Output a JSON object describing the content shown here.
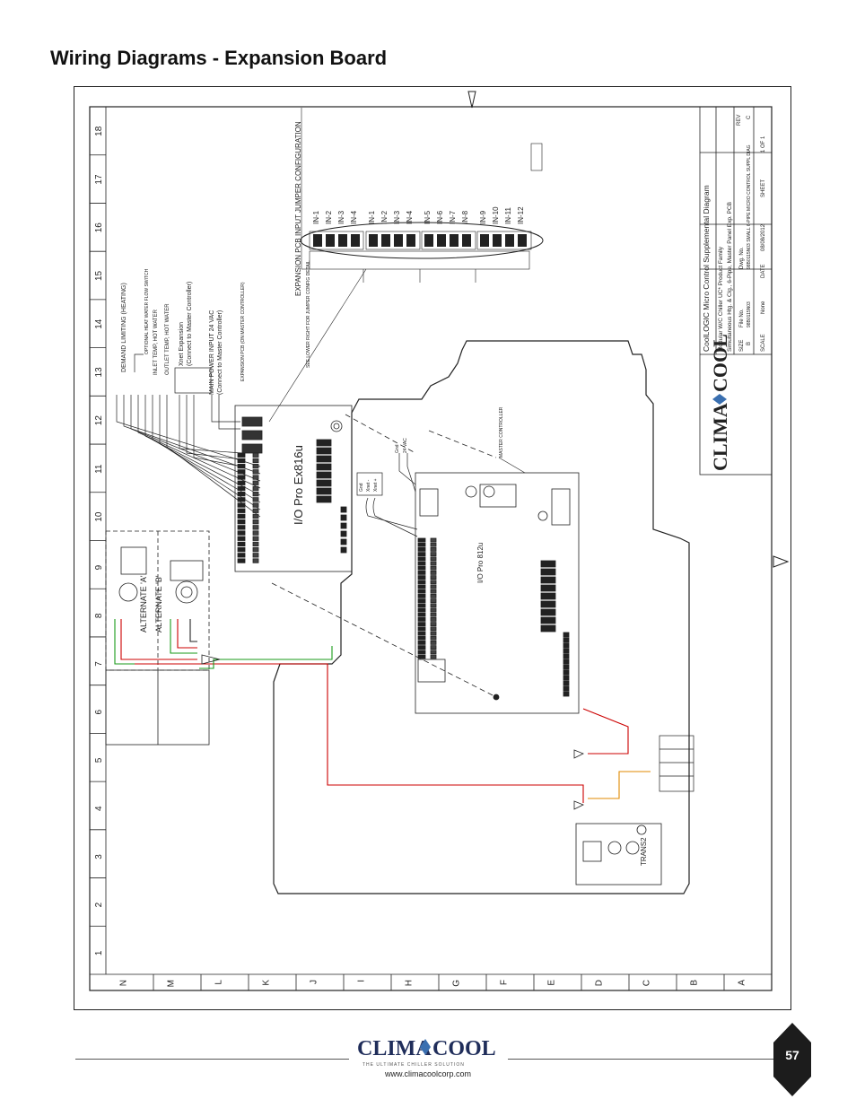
{
  "page": {
    "title": "Wiring Diagrams - Expansion Board",
    "page_number": "57",
    "url": "www.climacoolcorp.com",
    "brand": {
      "left": "CLIMA",
      "right": "COOL",
      "tagline": "THE ULTIMATE CHILLER SOLUTION"
    }
  },
  "drawing": {
    "column_numbers": [
      "18",
      "17",
      "16",
      "15",
      "14",
      "13",
      "12",
      "11",
      "10",
      "9",
      "8",
      "7",
      "6",
      "5",
      "4",
      "3",
      "2",
      "1"
    ],
    "row_letters": [
      "N",
      "M",
      "L",
      "K",
      "J",
      "I",
      "H",
      "G",
      "F",
      "E",
      "D",
      "C",
      "B",
      "A"
    ],
    "jumper_config_title": "EXPANSION PCB INPUT JUMPER CONFIGURATION",
    "jumper_inputs": [
      "IN-1",
      "IN-2",
      "IN-3",
      "IN-4",
      "IN-1",
      "IN-2",
      "IN-3",
      "IN-4",
      "IN-5",
      "IN-6",
      "IN-7",
      "IN-8",
      "IN-9",
      "IN-10",
      "IN-11",
      "IN-12"
    ],
    "expansion_board_label": "I/O Pro Ex816u",
    "expansion_pcb_note": "EXPANSION PCB (ON MASTER CONTROLLER)",
    "see_lower_right": "SEE LOWER RIGHT FOR JUMPER CONFIG DETAIL",
    "master_board_label": "I/O Pro 812u",
    "master_controller_label": "MASTER CONTROLLER",
    "trans_label": "TRANS2",
    "alt_a": "ALTERNATE 'A'",
    "alt_b": "ALTERNATE 'B'",
    "inputs": [
      "DEMAND LIMITING (HEATING)",
      "OPTIONAL HEAT WATER FLOW SWITCH",
      "INLET TEMP, HOT WATER",
      "OUTLET TEMP, HOT WATER",
      "Xnet Expansion",
      "(Connect to Master Controller)",
      "MAIN POWER INPUT 24 VAC",
      "(Connect to Master Controller)"
    ],
    "xnet_terms": [
      "Gnd",
      "Xnet -",
      "Xnet +"
    ],
    "power_terms": [
      "Gnd",
      "24 VAC"
    ],
    "title_block": {
      "title": "CoolLOGIC Micro Control Supplemental Diagram",
      "line1": "Modular W/C Chiller UC* Product Family",
      "line2": "Simultaneous Htg. & Clg., 6-Pipe, Master Panel Exp. PCB",
      "size_label": "SIZE",
      "size_value": "B",
      "file_label": "File No.",
      "file_value": "98B0115N03",
      "dwg_label": "Dwg. No.",
      "dwg_value": "98B0115N03 SMALL 6-PIPE MICRO CONTROL SUPPL DIAG",
      "rev_label": "REV",
      "rev_value": "C",
      "scale_label": "SCALE",
      "scale_value": "None",
      "date_label": "DATE",
      "date_value": "08/08/2012",
      "sheet_label": "SHEET",
      "sheet_value": "1 OF 1"
    }
  }
}
